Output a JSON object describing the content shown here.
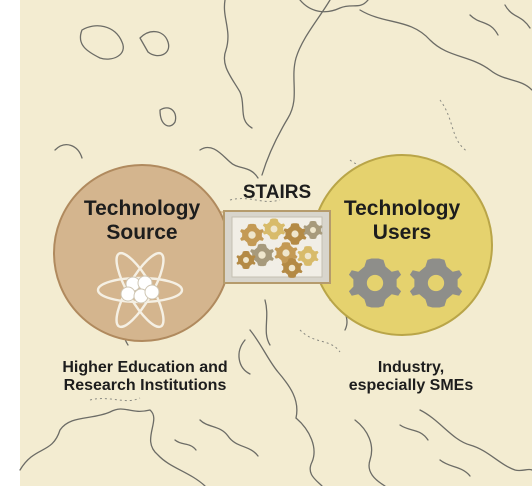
{
  "diagram": {
    "source": {
      "title_line1": "Technology",
      "title_line2": "Source",
      "icon": "atom-icon",
      "color": "#d4b58e",
      "caption_line1": "Higher Education and",
      "caption_line2": "Research Institutions"
    },
    "bridge": {
      "label": "STAIRS",
      "icon": "gears-icon",
      "gear_colors": [
        "#c49a55",
        "#a79a7c",
        "#d8bb6a",
        "#b48a45"
      ]
    },
    "users": {
      "title_line1": "Technology",
      "title_line2": "Users",
      "icon": "gears-icon",
      "color": "#e5d26e",
      "caption_line1": "Industry,",
      "caption_line2": "especially SMEs"
    },
    "background": {
      "icon": "europe-map",
      "paper_color": "#f3ecd1",
      "line_color": "#6c6c66"
    }
  }
}
